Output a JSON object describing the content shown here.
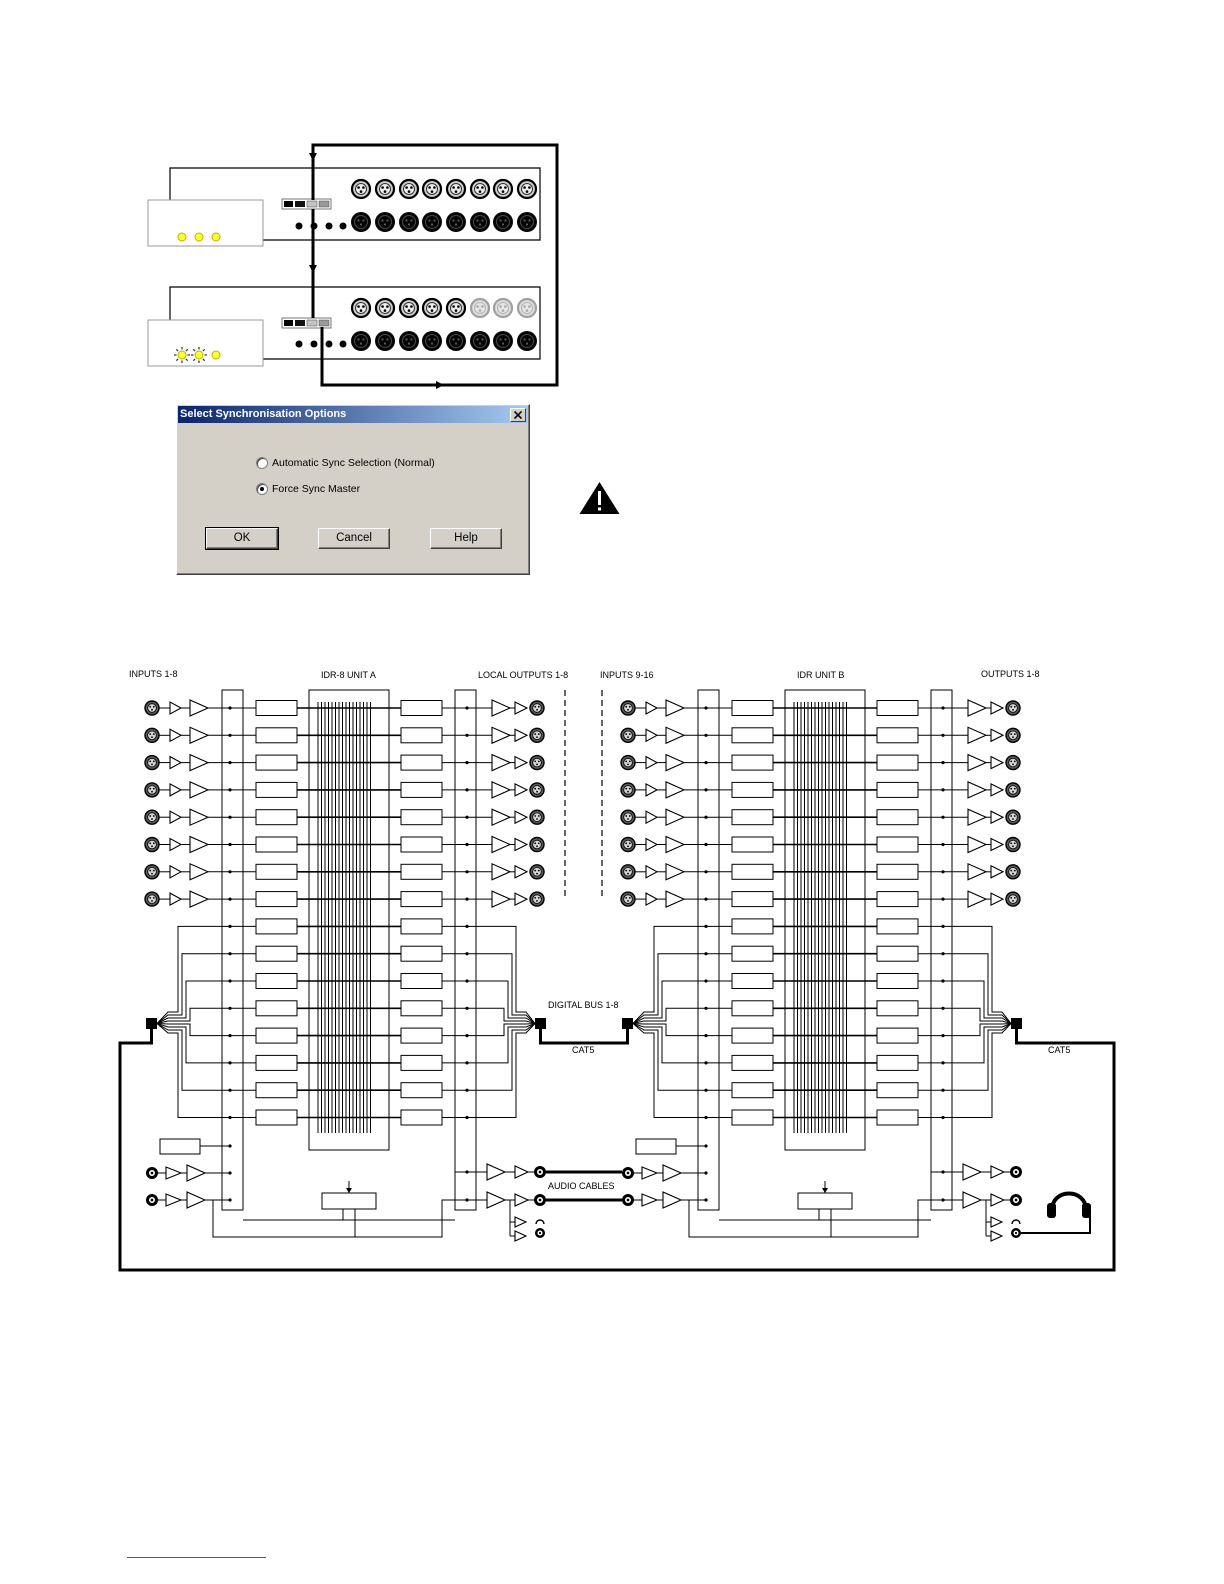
{
  "rack_units": [
    {
      "leds_flashing": [
        false,
        false,
        false
      ],
      "top_connectors_active": [
        true,
        true,
        true,
        true,
        true,
        true,
        true,
        true
      ]
    },
    {
      "leds_flashing": [
        true,
        true,
        false
      ],
      "top_connectors_active": [
        true,
        true,
        true,
        true,
        true,
        false,
        false,
        false
      ]
    }
  ],
  "dialog": {
    "title": "Select Synchronisation Options",
    "options": [
      {
        "label": "Automatic Sync Selection (Normal)",
        "selected": false
      },
      {
        "label": "Force Sync Master",
        "selected": true
      }
    ],
    "buttons": {
      "ok": "OK",
      "cancel": "Cancel",
      "help": "Help"
    }
  },
  "block_diagram": {
    "labels": {
      "inputs_a": "INPUTS 1-8",
      "unit_a": "IDR-8 UNIT A",
      "local_outputs_a": "LOCAL OUTPUTS 1-8",
      "inputs_b": "INPUTS 9-16",
      "unit_b": "IDR UNIT B",
      "outputs_b": "OUTPUTS 1-8",
      "digital_bus": "DIGITAL BUS 1-8",
      "cat5_a": "CAT5",
      "cat5_b": "CAT5",
      "audio_cables": "AUDIO CABLES"
    }
  },
  "icons": {
    "dialog_close": "close-icon",
    "caution": "warning-icon",
    "headphones": "headphones-icon",
    "connector": "xlr-connector-icon",
    "socket": "jack-socket-icon",
    "indicator": "led-indicator-icon"
  },
  "colors": {
    "led_on": "#ffff33",
    "title_bar_start": "#0a246a",
    "title_bar_end": "#a6caf0",
    "dialog_face": "#d4d0c8",
    "link_underline": "#3a56c8"
  }
}
